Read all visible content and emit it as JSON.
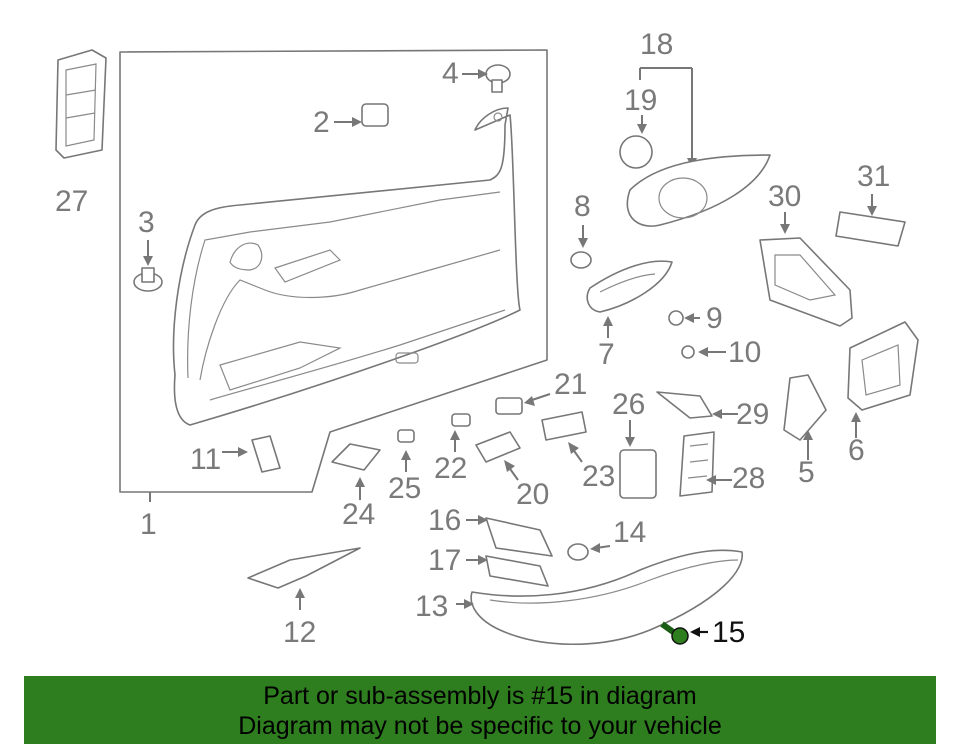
{
  "callouts": {
    "n1": "1",
    "n2": "2",
    "n3": "3",
    "n4": "4",
    "n5": "5",
    "n6": "6",
    "n7": "7",
    "n8": "8",
    "n9": "9",
    "n10": "10",
    "n11": "11",
    "n12": "12",
    "n13": "13",
    "n14": "14",
    "n15": "15",
    "n16": "16",
    "n17": "17",
    "n18": "18",
    "n19": "19",
    "n20": "20",
    "n21": "21",
    "n22": "22",
    "n23": "23",
    "n24": "24",
    "n25": "25",
    "n26": "26",
    "n27": "27",
    "n28": "28",
    "n29": "29",
    "n30": "30",
    "n31": "31"
  },
  "highlighted_part": "15",
  "banner": {
    "line1": "Part or sub-assembly is #15 in diagram",
    "line2": "Diagram may not be specific to your vehicle",
    "color": "#2e7d1f"
  }
}
